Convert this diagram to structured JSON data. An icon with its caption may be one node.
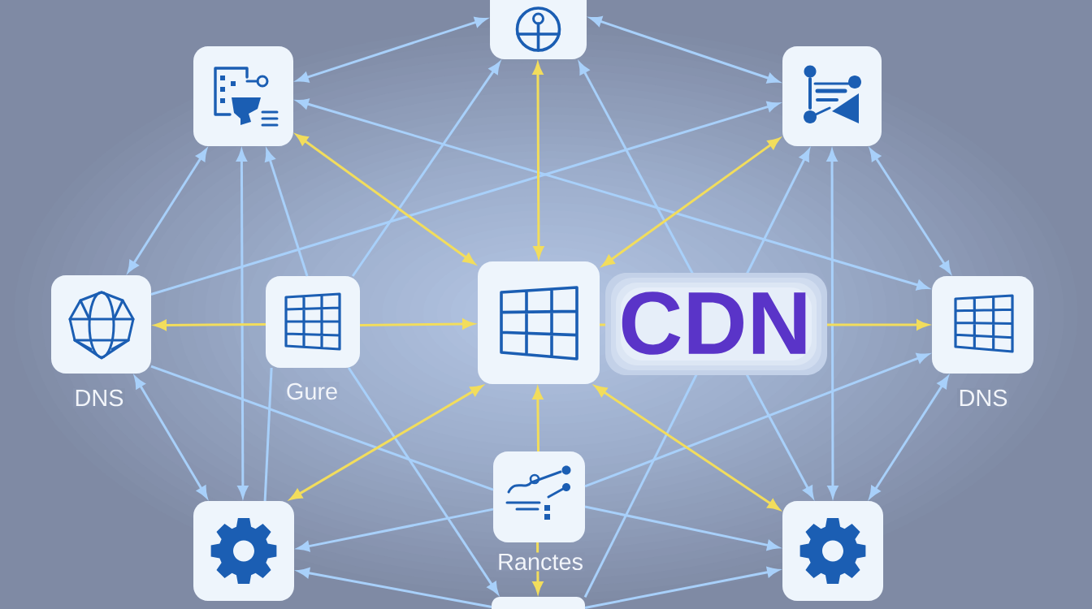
{
  "diagram": {
    "nodes": [
      {
        "text": [],
        "shape": "box"
      },
      {
        "text": [],
        "shape": "box"
      },
      {
        "text": [],
        "shape": "box"
      },
      {
        "text": [],
        "shape": "box",
        "beside": [
          "DNS"
        ]
      },
      {
        "text": [],
        "shape": "box",
        "beside": [
          "Gure"
        ]
      },
      {
        "text": [],
        "shape": "box"
      },
      {
        "text": [],
        "shape": "box",
        "beside": [
          "DNS"
        ]
      },
      {
        "text": [],
        "shape": "box",
        "beside": [
          "Ranctes"
        ]
      },
      {
        "text": [],
        "shape": "box"
      },
      {
        "text": [],
        "shape": "box"
      },
      {
        "text": [],
        "shape": "box"
      }
    ],
    "edges": [
      {
        "from": 1,
        "to": 5,
        "arrow": "both",
        "color": "#f2dd5c"
      },
      {
        "from": 0,
        "to": 5,
        "arrow": "both",
        "color": "#f2dd5c"
      },
      {
        "from": 2,
        "to": 5,
        "arrow": "both",
        "color": "#f2dd5c"
      },
      {
        "from": 4,
        "to": 3,
        "arrow": "to",
        "color": "#f2dd5c"
      },
      {
        "from": 4,
        "to": 5,
        "arrow": "to",
        "color": "#f2dd5c"
      },
      {
        "from": 5,
        "to": 6,
        "arrow": "to",
        "color": "#f2dd5c"
      },
      {
        "from": 5,
        "to": 8,
        "arrow": "both",
        "color": "#f2dd5c"
      },
      {
        "from": 7,
        "to": 5,
        "arrow": "to",
        "color": "#f2dd5c"
      },
      {
        "from": 5,
        "to": 9,
        "arrow": "both",
        "color": "#f2dd5c"
      },
      {
        "from": 7,
        "to": 10,
        "arrow": "to",
        "color": "#f2dd5c"
      },
      {
        "from": 0,
        "to": 1,
        "arrow": "both"
      },
      {
        "from": 0,
        "to": 2,
        "arrow": "both"
      },
      {
        "from": 1,
        "to": 6,
        "arrow": "both"
      },
      {
        "from": 3,
        "to": 2,
        "arrow": "to"
      },
      {
        "from": 1,
        "to": 3,
        "arrow": "both"
      },
      {
        "from": 1,
        "to": 8,
        "arrow": "both"
      },
      {
        "from": 4,
        "to": 1,
        "arrow": "to"
      },
      {
        "from": 4,
        "to": 0,
        "arrow": "to"
      },
      {
        "from": 0,
        "to": 9,
        "arrow": "both"
      },
      {
        "from": 10,
        "to": 2,
        "arrow": "to"
      },
      {
        "from": 2,
        "to": 9,
        "arrow": "both"
      },
      {
        "from": 2,
        "to": 6,
        "arrow": "both"
      },
      {
        "from": 7,
        "to": 6,
        "arrow": "to"
      },
      {
        "from": 6,
        "to": 9,
        "arrow": "both"
      },
      {
        "from": 7,
        "to": 9,
        "arrow": "to"
      },
      {
        "from": 10,
        "to": 9,
        "arrow": "to"
      },
      {
        "from": 3,
        "to": 8,
        "arrow": "both"
      },
      {
        "from": 7,
        "to": 8,
        "arrow": "to"
      },
      {
        "from": 10,
        "to": 8,
        "arrow": "to"
      },
      {
        "from": 4,
        "to": 8,
        "arrow": "none"
      },
      {
        "from": 3,
        "to": 7,
        "arrow": "none"
      },
      {
        "from": 4,
        "to": 10,
        "arrow": "to"
      }
    ],
    "labels": [
      "CDN"
    ]
  }
}
